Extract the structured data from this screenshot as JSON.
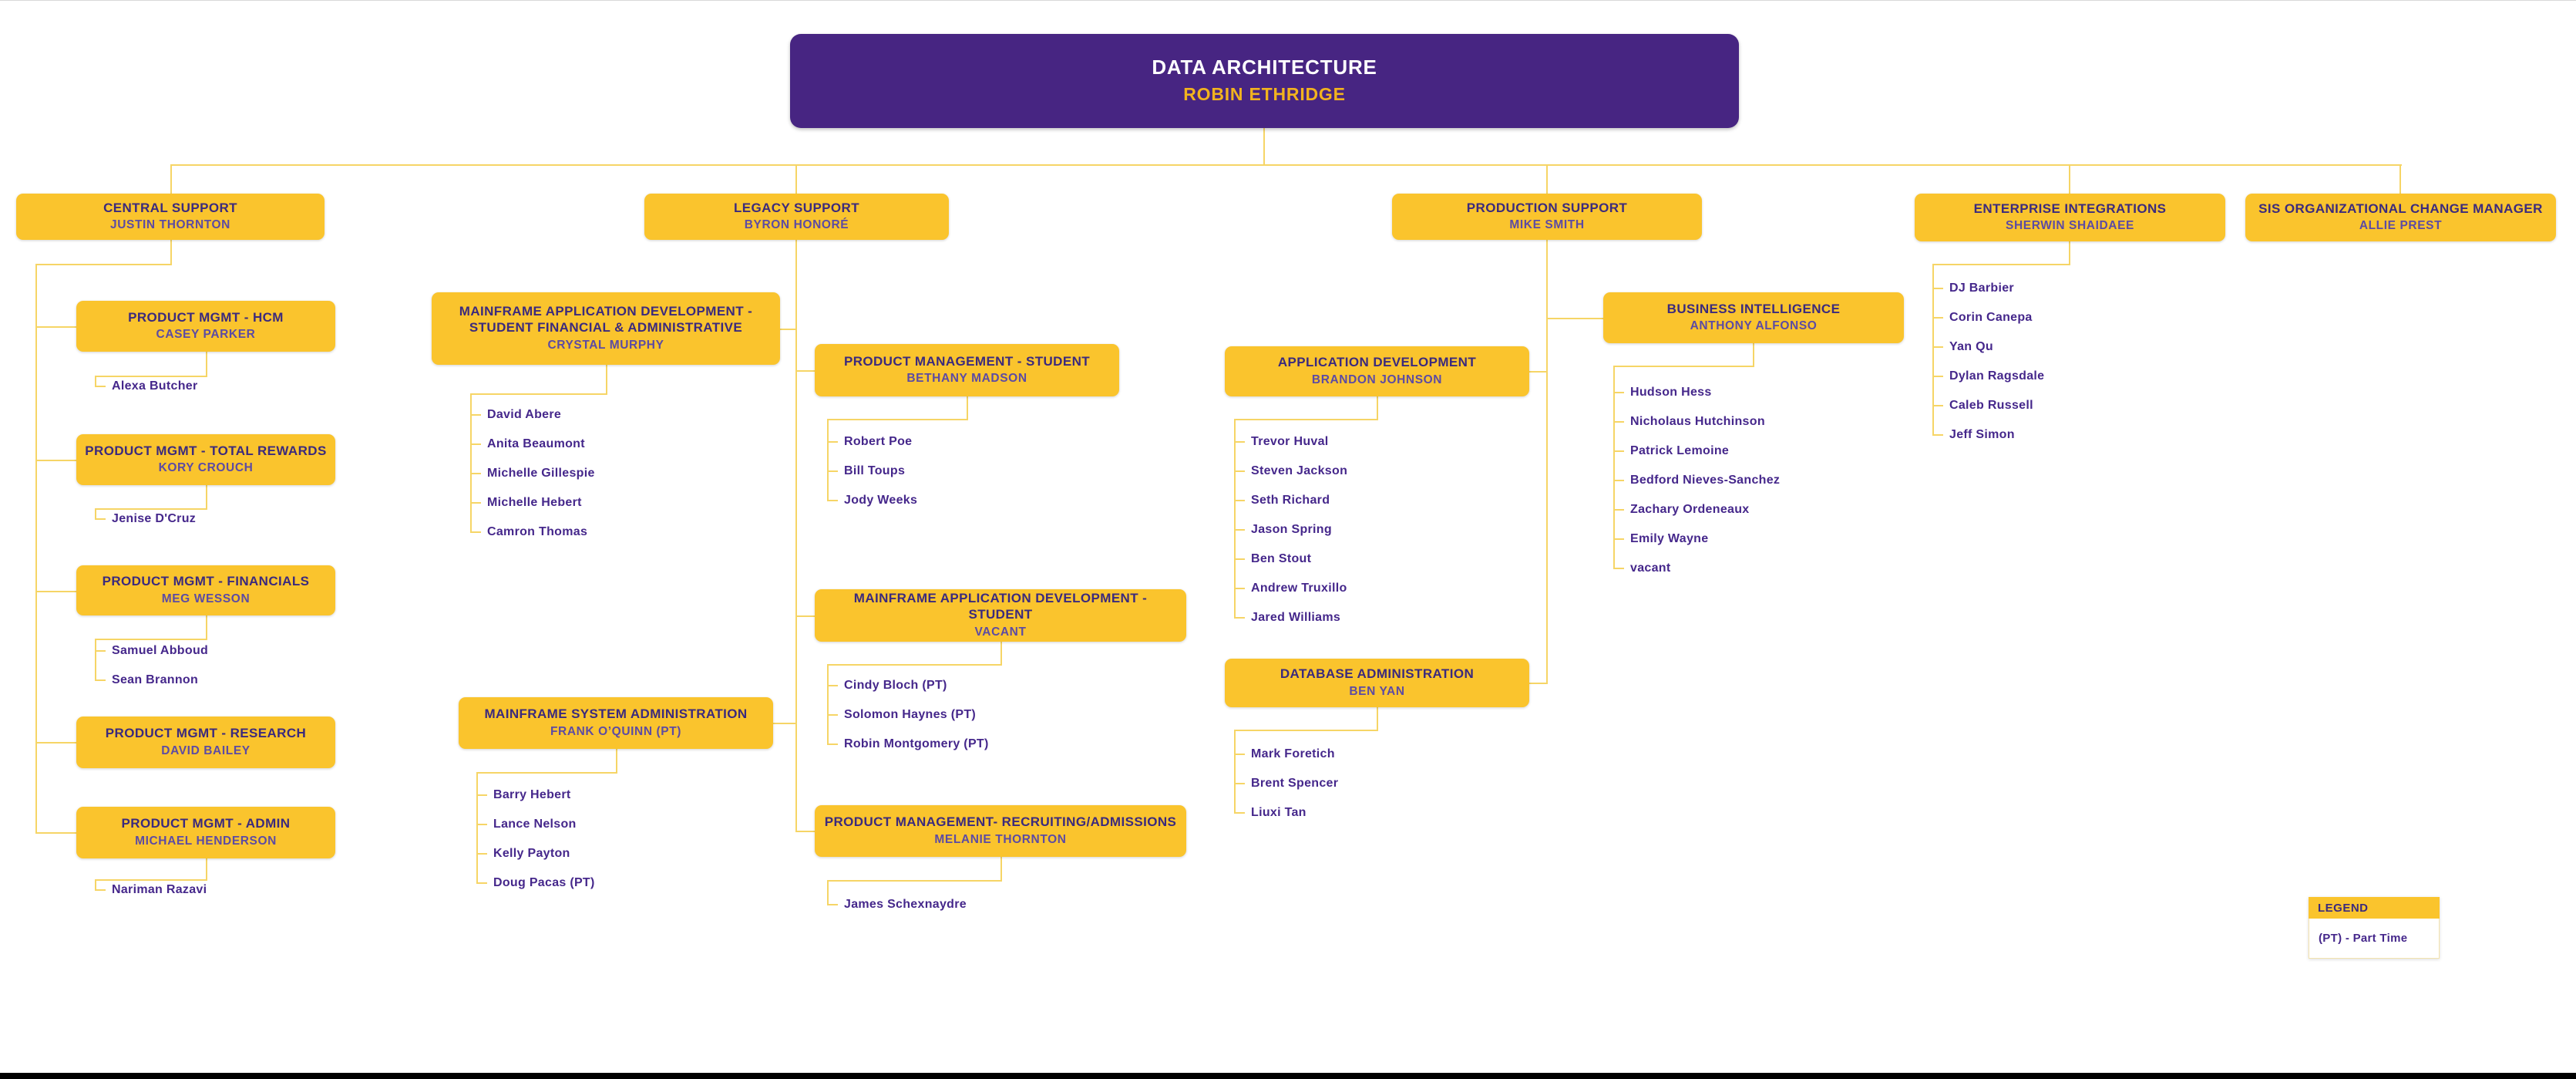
{
  "root": {
    "title": "DATA ARCHITECTURE",
    "name": "ROBIN ETHRIDGE"
  },
  "boxes": {
    "central": {
      "title": "CENTRAL SUPPORT",
      "name": "JUSTIN THORNTON"
    },
    "legacy": {
      "title": "LEGACY SUPPORT",
      "name": "BYRON HONORÉ"
    },
    "production": {
      "title": "PRODUCTION SUPPORT",
      "name": "MIKE SMITH"
    },
    "enterprise": {
      "title": "ENTERPRISE INTEGRATIONS",
      "name": "SHERWIN SHAIDAEE"
    },
    "sis": {
      "title": "SIS ORGANIZATIONAL CHANGE MANAGER",
      "name": "ALLIE PREST"
    },
    "hcm": {
      "title": "PRODUCT MGMT - HCM",
      "name": "CASEY PARKER"
    },
    "total_rewards": {
      "title": "PRODUCT MGMT - TOTAL REWARDS",
      "name": "KORY CROUCH"
    },
    "financials": {
      "title": "PRODUCT MGMT - FINANCIALS",
      "name": "MEG WESSON"
    },
    "research": {
      "title": "PRODUCT MGMT - RESEARCH",
      "name": "DAVID BAILEY"
    },
    "admin": {
      "title": "PRODUCT MGMT - ADMIN",
      "name": "MICHAEL HENDERSON"
    },
    "mf_sfa": {
      "title": "MAINFRAME APPLICATION  DEVELOPMENT - STUDENT FINANCIAL & ADMINISTRATIVE",
      "name": "CRYSTAL MURPHY"
    },
    "mf_sysadmin": {
      "title": "MAINFRAME SYSTEM ADMINISTRATION",
      "name": "FRANK O’QUINN (PT)"
    },
    "pm_student": {
      "title": "PRODUCT MANAGEMENT - STUDENT",
      "name": "BETHANY MADSON"
    },
    "mf_student": {
      "title": "MAINFRAME APPLICATION DEVELOPMENT - STUDENT",
      "name": "VACANT"
    },
    "pm_recruiting": {
      "title": "PRODUCT MANAGEMENT- RECRUITING/ADMISSIONS",
      "name": "MELANIE THORNTON"
    },
    "app_dev": {
      "title": "APPLICATION DEVELOPMENT",
      "name": "BRANDON JOHNSON"
    },
    "db_admin": {
      "title": "DATABASE ADMINISTRATION",
      "name": "BEN YAN"
    },
    "bi": {
      "title": "BUSINESS INTELLIGENCE",
      "name": "ANTHONY ALFONSO"
    }
  },
  "lists": {
    "hcm": [
      "Alexa Butcher"
    ],
    "total_rewards": [
      "Jenise D'Cruz"
    ],
    "financials": [
      "Samuel Abboud",
      "Sean Brannon"
    ],
    "admin": [
      "Nariman Razavi"
    ],
    "mf_sfa": [
      "David Abere",
      "Anita Beaumont",
      "Michelle Gillespie",
      "Michelle Hebert",
      "Camron Thomas"
    ],
    "mf_sysadmin": [
      "Barry Hebert",
      "Lance Nelson",
      "Kelly Payton",
      "Doug Pacas (PT)"
    ],
    "pm_student": [
      "Robert Poe",
      "Bill Toups",
      "Jody Weeks"
    ],
    "mf_student": [
      "Cindy Bloch (PT)",
      "Solomon Haynes (PT)",
      "Robin Montgomery (PT)"
    ],
    "pm_recruiting": [
      "James Schexnaydre"
    ],
    "app_dev": [
      "Trevor Huval",
      "Steven Jackson",
      "Seth Richard",
      "Jason Spring",
      "Ben Stout",
      "Andrew Truxillo",
      "Jared Williams"
    ],
    "db_admin": [
      "Mark Foretich",
      "Brent Spencer",
      "Liuxi Tan"
    ],
    "bi": [
      "Hudson Hess",
      "Nicholaus Hutchinson",
      "Patrick Lemoine",
      "Bedford Nieves-Sanchez",
      "Zachary Ordeneaux",
      "Emily Wayne",
      "vacant"
    ],
    "enterprise": [
      "DJ Barbier",
      "Corin Canepa",
      "Yan Qu",
      "Dylan Ragsdale",
      "Caleb Russell",
      "Jeff Simon"
    ]
  },
  "legend": {
    "title": "LEGEND",
    "entry": "(PT) - Part Time"
  },
  "colors": {
    "accent_yellow": "#FAC42D",
    "accent_purple": "#472582",
    "line_gold": "#F6D566"
  }
}
